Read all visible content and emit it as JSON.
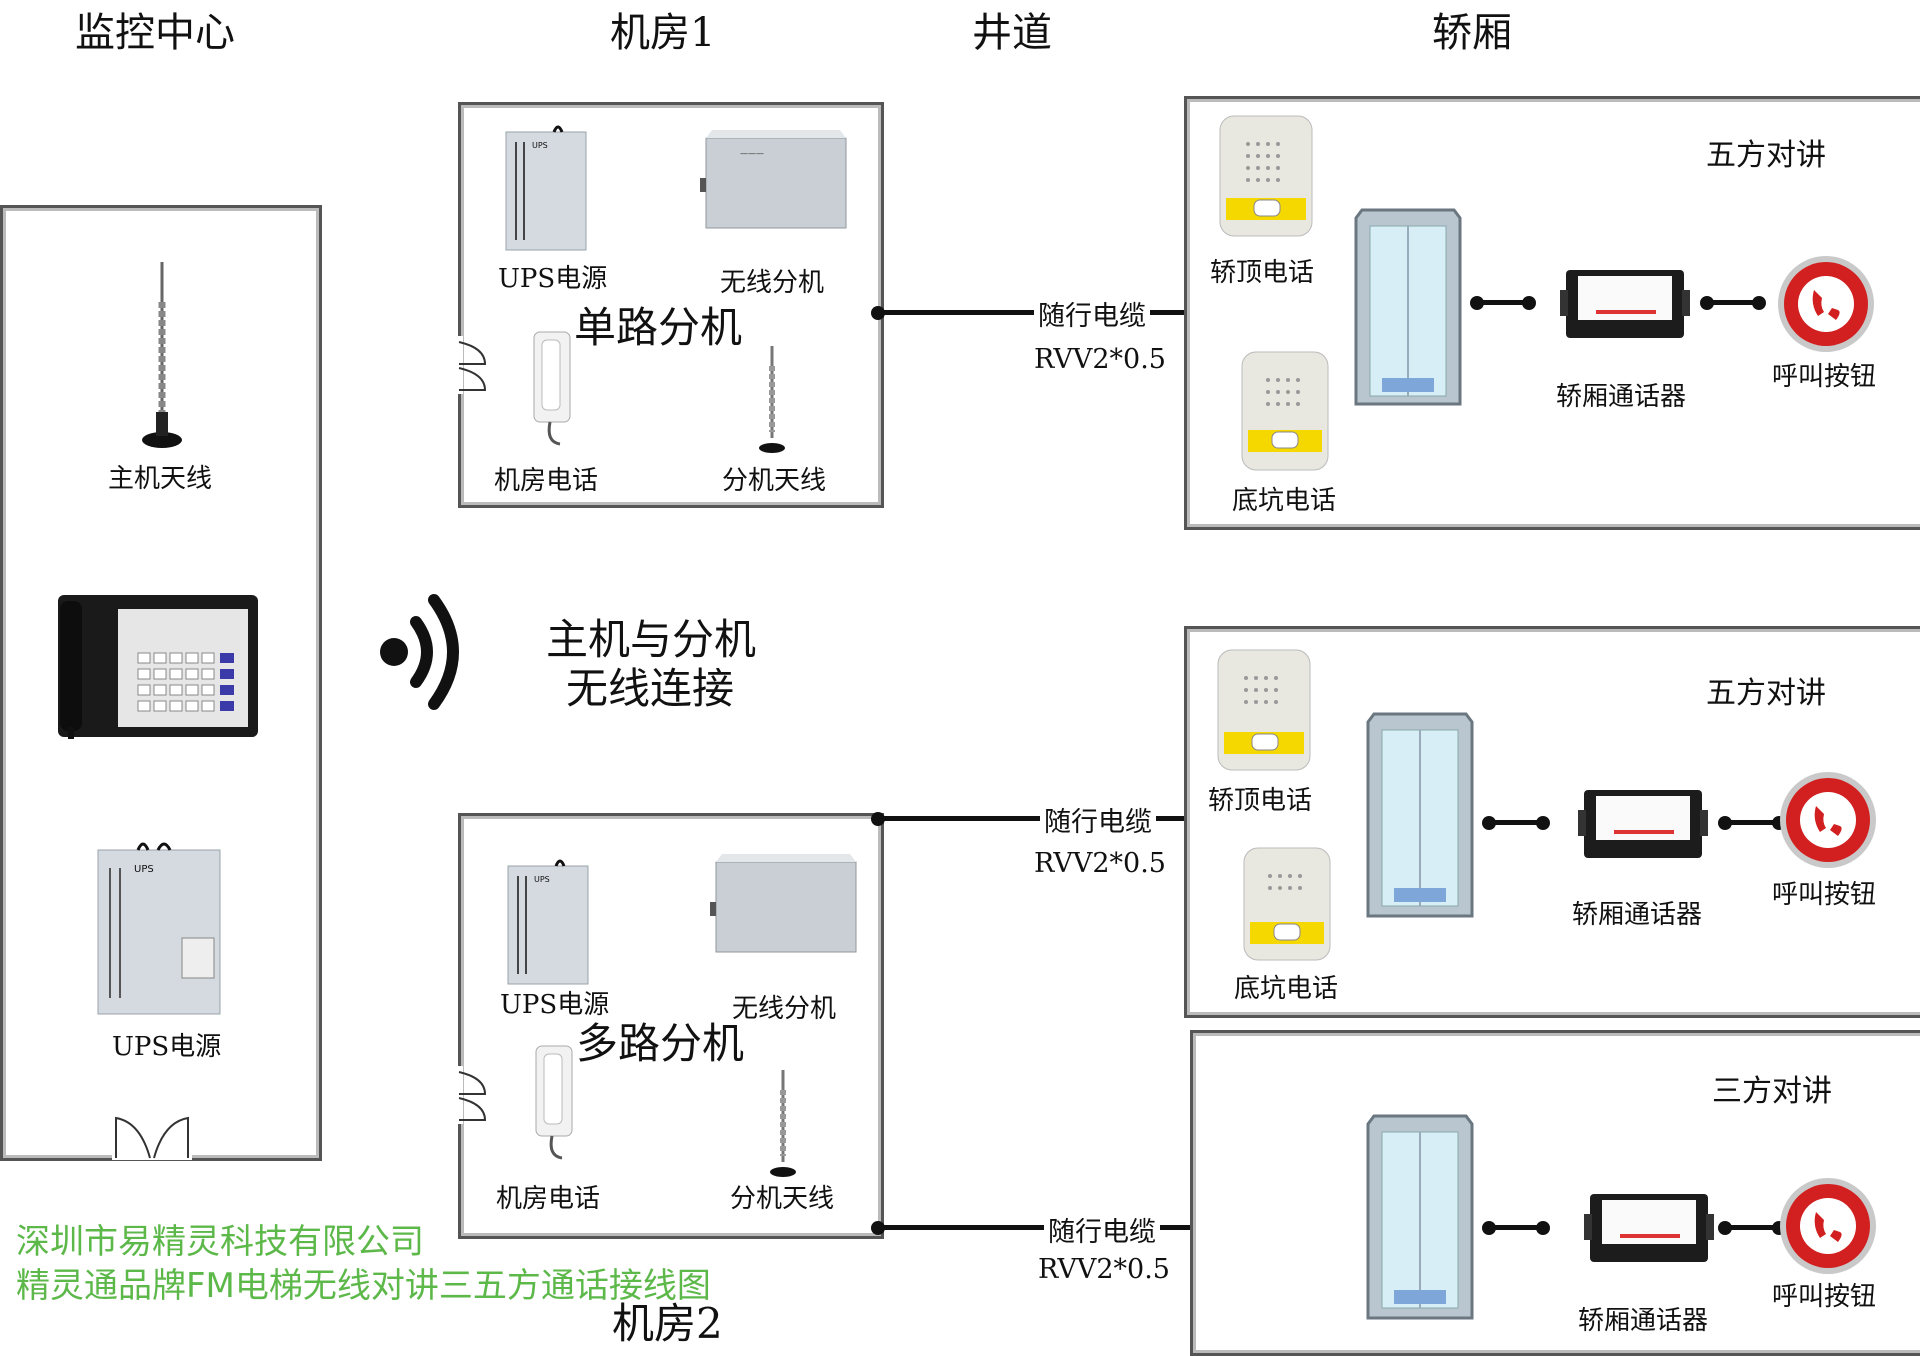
{
  "headers": {
    "monitor": "监控中心",
    "room1": "机房1",
    "shaft": "井道",
    "car": "轿厢"
  },
  "monitor_center": {
    "host_antenna": "主机天线",
    "ups": "UPS电源"
  },
  "wireless": {
    "line1": "主机与分机",
    "line2": "无线连接"
  },
  "room1": {
    "title": "单路分机",
    "ups": "UPS电源",
    "wireless_ext": "无线分机",
    "room_phone": "机房电话",
    "ext_antenna": "分机天线"
  },
  "room2": {
    "title": "多路分机",
    "name": "机房2",
    "ups": "UPS电源",
    "wireless_ext": "无线分机",
    "room_phone": "机房电话",
    "ext_antenna": "分机天线"
  },
  "cables": [
    {
      "name": "随行电缆",
      "spec": "RVV2*0.5"
    },
    {
      "name": "随行电缆",
      "spec": "RVV2*0.5"
    },
    {
      "name": "随行电缆",
      "spec": "RVV2*0.5"
    }
  ],
  "cars": [
    {
      "mode": "五方对讲",
      "top_phone": "轿顶电话",
      "pit_phone": "底坑电话",
      "intercom": "轿厢通话器",
      "call_button": "呼叫按钮"
    },
    {
      "mode": "五方对讲",
      "top_phone": "轿顶电话",
      "pit_phone": "底坑电话",
      "intercom": "轿厢通话器",
      "call_button": "呼叫按钮"
    },
    {
      "mode": "三方对讲",
      "intercom": "轿厢通话器",
      "call_button": "呼叫按钮"
    }
  ],
  "footer": {
    "company": "深圳市易精灵科技有限公司",
    "caption": "精灵通品牌FM电梯无线对讲三五方通话接线图"
  },
  "colors": {
    "accent_green": "#5db84a",
    "call_red": "#d21f1f",
    "line": "#111111"
  }
}
